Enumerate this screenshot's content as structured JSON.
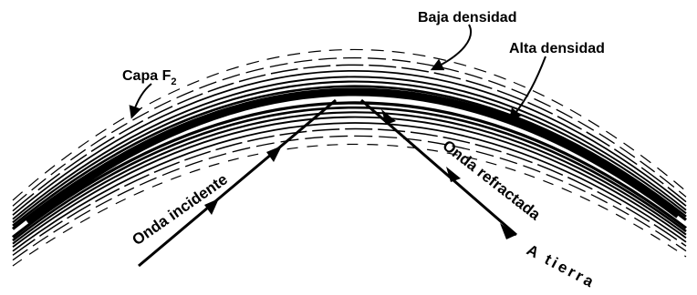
{
  "labels": {
    "baja_densidad": "Baja densidad",
    "alta_densidad": "Alta densidad",
    "capa_f": "Capa F",
    "capa_f_sub": "2",
    "onda_incidente": "Onda incidente",
    "onda_refractada": "Onda refractada",
    "a_tierra": "A tierra"
  },
  "colors": {
    "ink": "#000000",
    "paper": "#ffffff"
  }
}
